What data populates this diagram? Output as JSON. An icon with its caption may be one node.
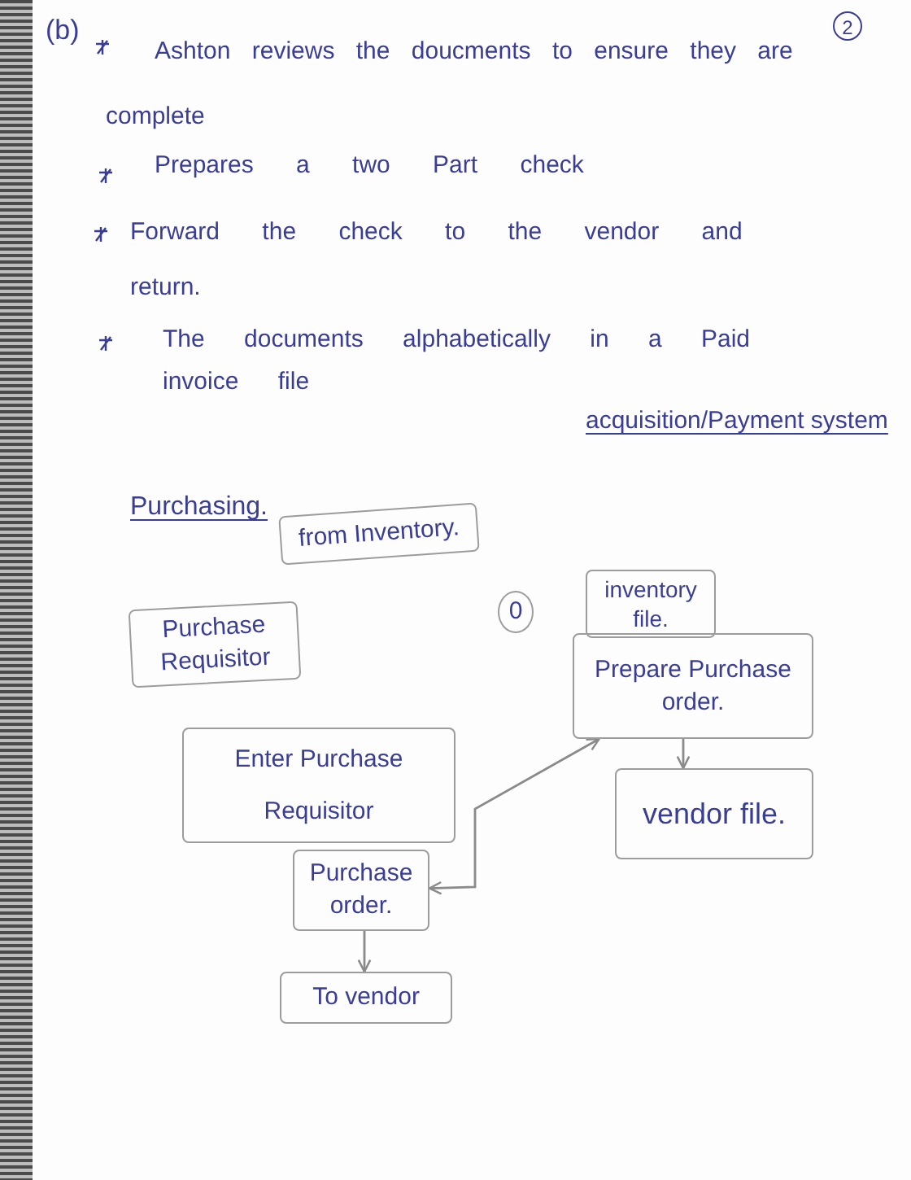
{
  "diagram": {
    "nodes": [
      {
        "text": [
          "from Inventory."
        ]
      },
      {
        "text": [
          "Purchase Requisitor"
        ]
      },
      {
        "text": [
          "0"
        ]
      },
      {
        "text": [
          "inventory file."
        ]
      },
      {
        "text": [
          "Prepare Purchase order."
        ]
      },
      {
        "text": [
          "Enter Purchase Requisitor"
        ]
      },
      {
        "text": [
          "vendor file."
        ]
      },
      {
        "text": [
          "Purchase order."
        ]
      },
      {
        "text": [
          "To vendor"
        ]
      }
    ],
    "edges": [
      {
        "from": 4,
        "to": 6,
        "arrow": "to"
      },
      {
        "from": 7,
        "to": 4,
        "arrow": "both"
      },
      {
        "from": 7,
        "to": 8,
        "arrow": "to"
      }
    ],
    "labels": [
      "(b)",
      "2",
      "Ashton reviews the doucments to ensure they are complete",
      "Prepares a two Part check",
      "Forward the check to the vendor and return.",
      "The documents alphabetically in a Paid invoice file",
      "acquisition/Payment system",
      "Purchasing."
    ]
  }
}
